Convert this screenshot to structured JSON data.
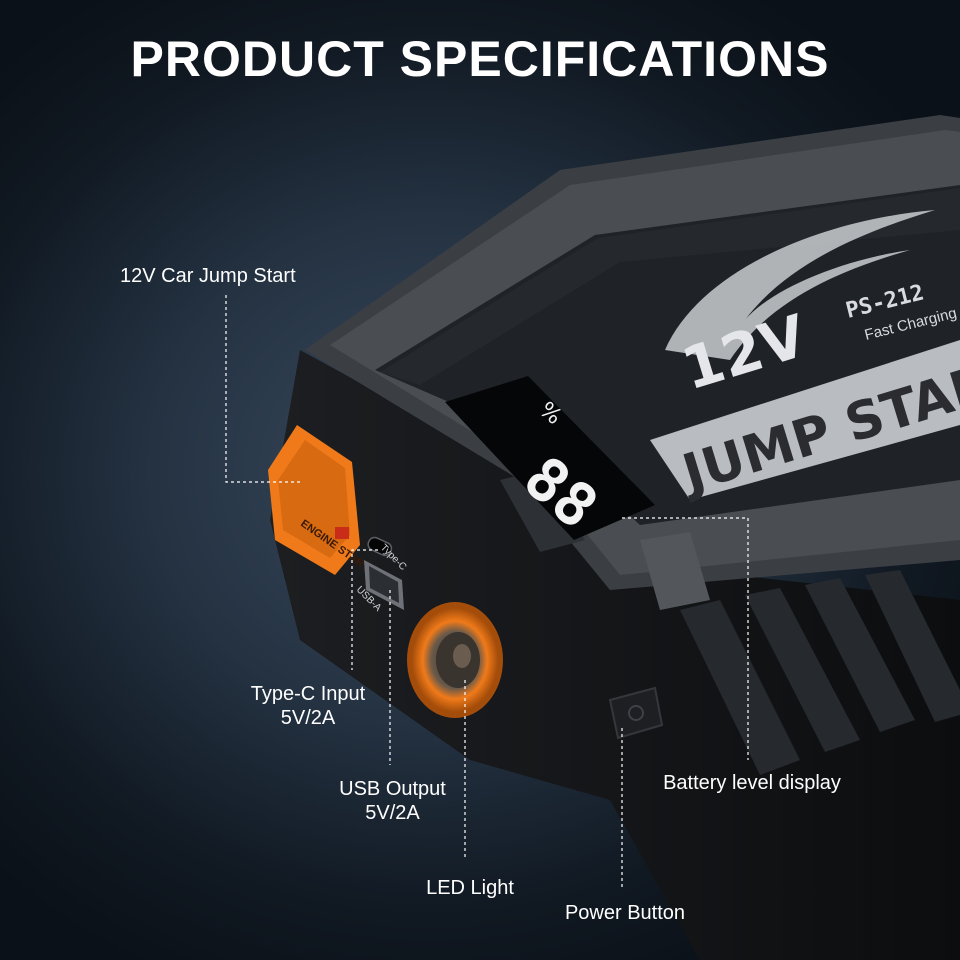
{
  "page": {
    "title": "PRODUCT SPECIFICATIONS"
  },
  "device": {
    "brand_voltage": "12V",
    "brand_title": "JUMP START",
    "model": "PS-212",
    "model_sub": "Fast Charging",
    "display_reading": "88",
    "display_unit": "%",
    "engine_button_text": "ENGINE START",
    "port_typec_label": "Type-C",
    "port_usb_label": "USB-A",
    "accent_color": "#f07a1a",
    "body_color": "#3c4045",
    "rubber_color": "#141618"
  },
  "callouts": {
    "jump_start": {
      "line1": "12V Car Jump Start"
    },
    "typec": {
      "line1": "Type-C Input",
      "line2": "5V/2A"
    },
    "usb": {
      "line1": "USB Output",
      "line2": "5V/2A"
    },
    "led": {
      "line1": "LED Light"
    },
    "power": {
      "line1": "Power Button"
    },
    "battery": {
      "line1": "Battery level display"
    }
  }
}
